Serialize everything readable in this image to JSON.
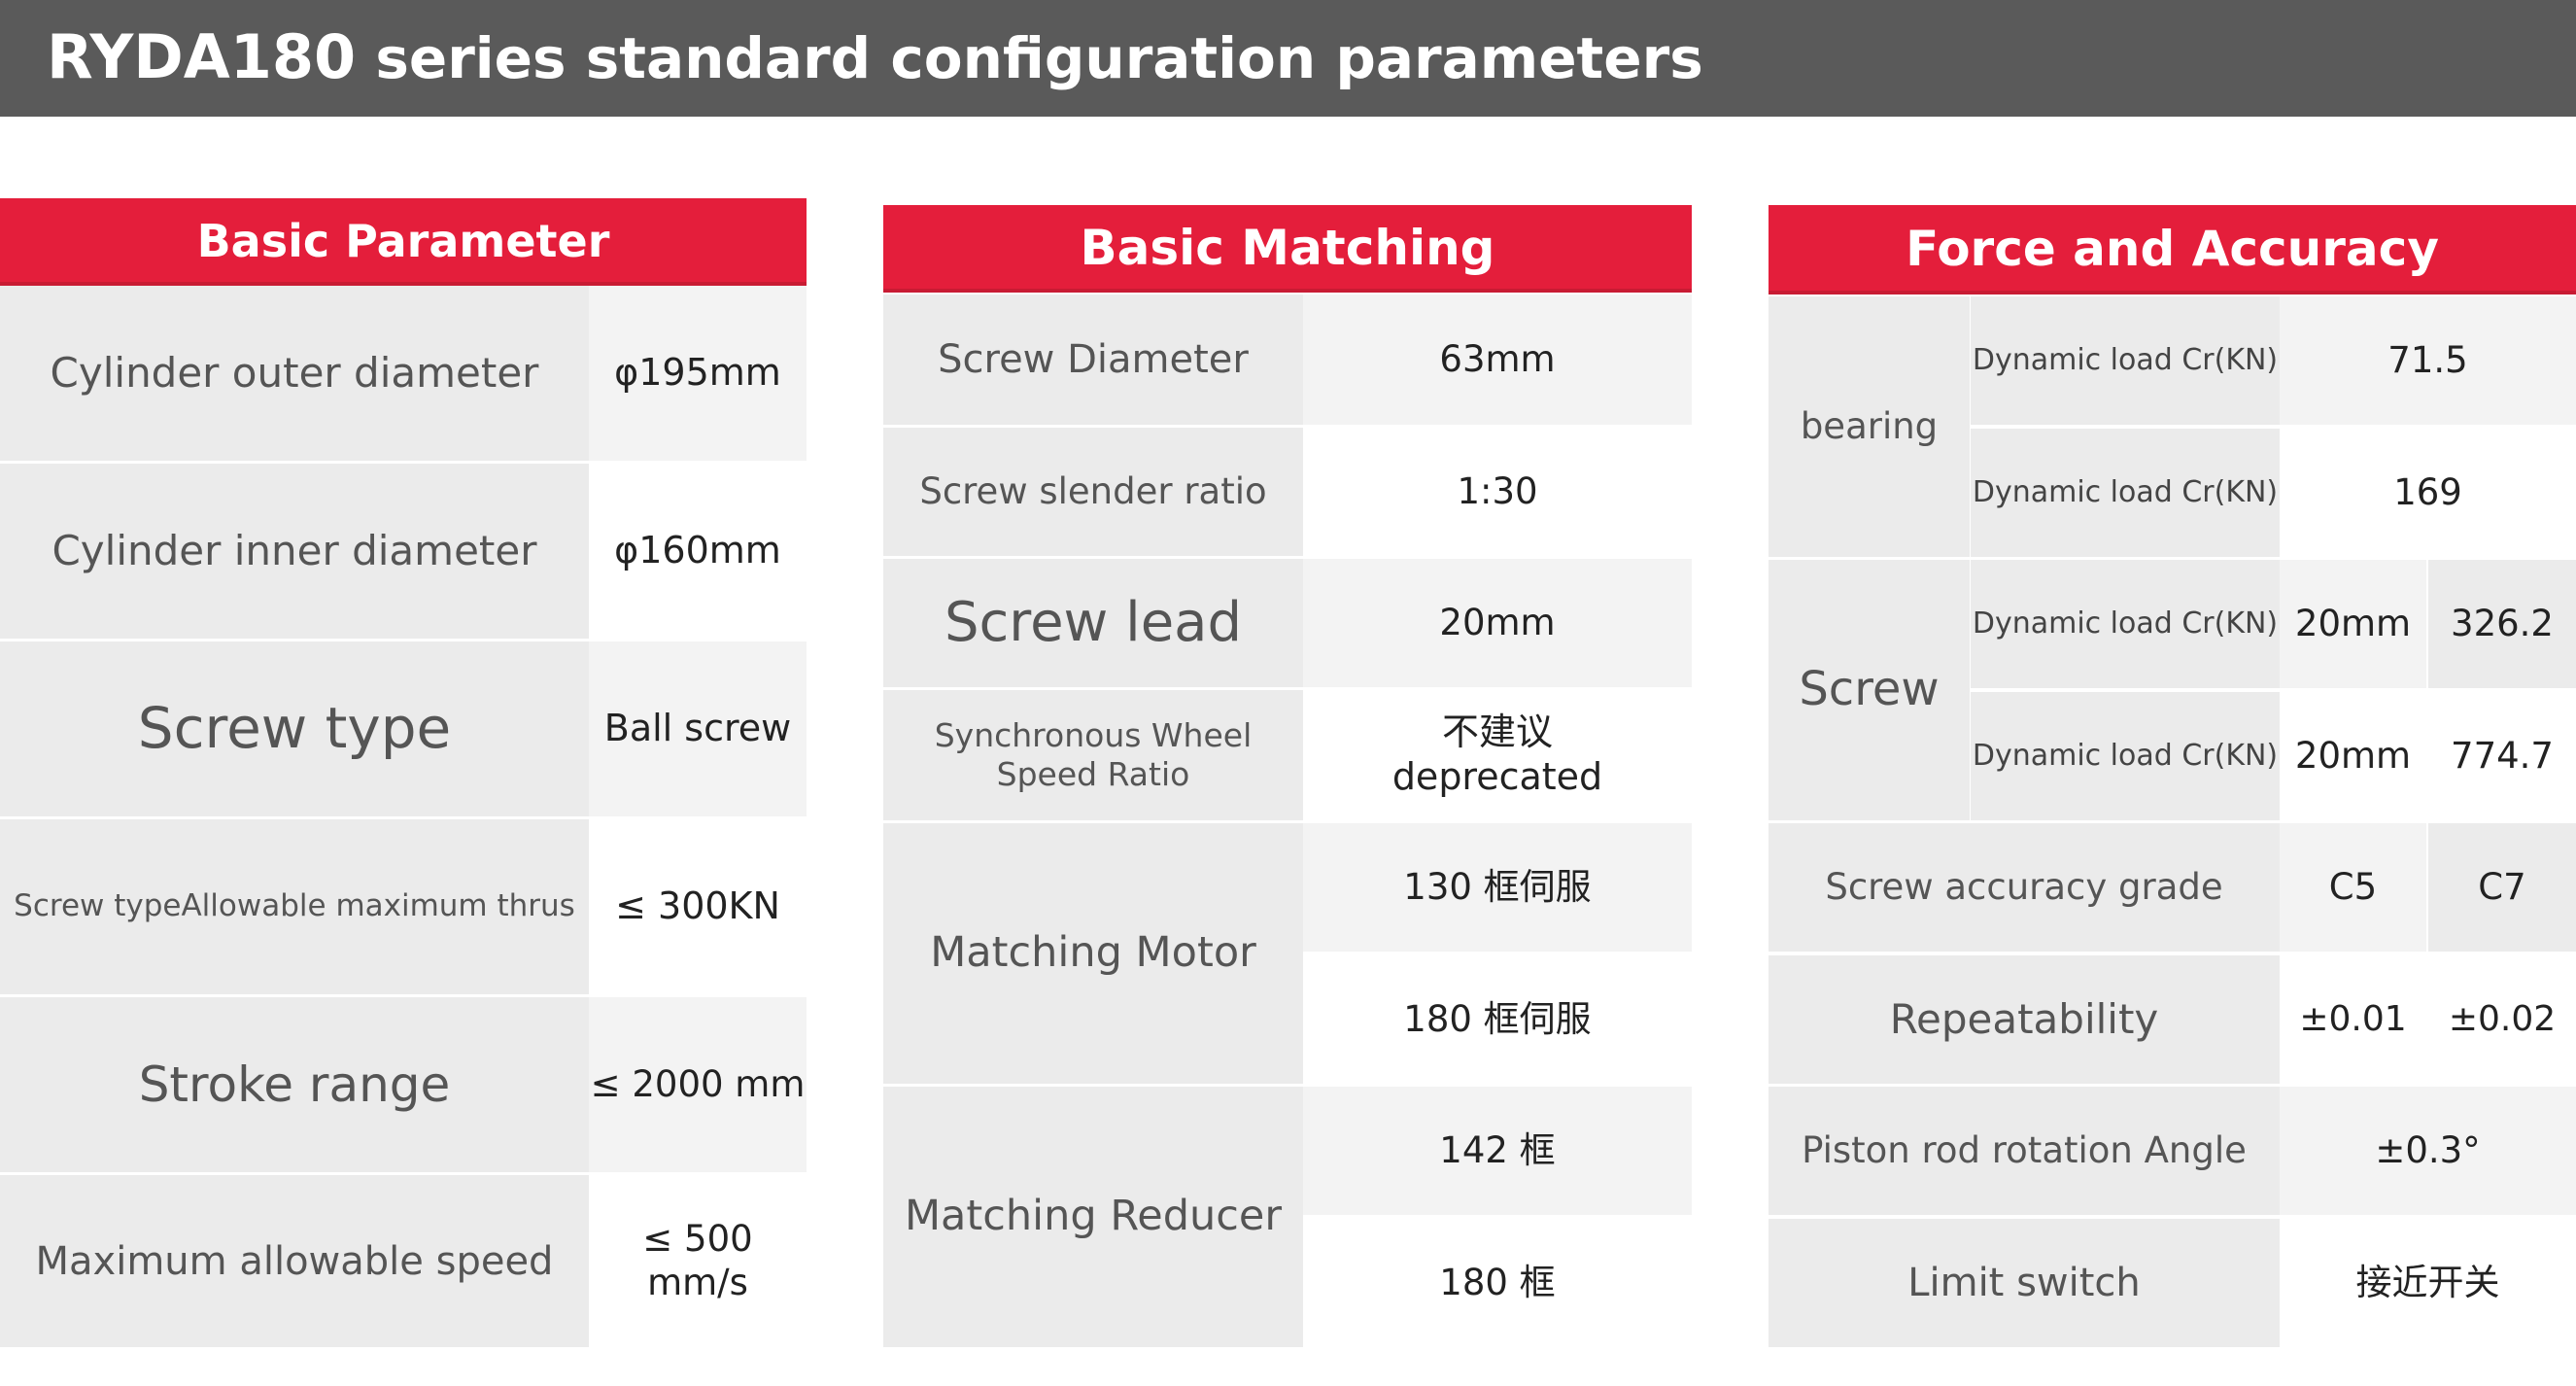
{
  "header": {
    "model": "RYDA180",
    "title": "series standard configuration parameters"
  },
  "panel1": {
    "title": "Basic Parameter",
    "rows": [
      {
        "label": "Cylinder outer diameter",
        "value": "φ195mm"
      },
      {
        "label": "Cylinder inner diameter",
        "value": "φ160mm"
      },
      {
        "label": "Screw type",
        "value": "Ball screw"
      },
      {
        "label": "Screw typeAllowable maximum thrus",
        "value": "≤ 300KN"
      },
      {
        "label": "Stroke range",
        "value": "≤ 2000 mm"
      },
      {
        "label": "Maximum allowable speed",
        "value": "≤ 500 mm/s"
      }
    ]
  },
  "panel2": {
    "title": "Basic Matching",
    "screw_diameter": {
      "label": "Screw Diameter",
      "value": "63mm"
    },
    "slender_ratio": {
      "label": "Screw slender ratio",
      "value": "1:30"
    },
    "screw_lead": {
      "label": "Screw lead",
      "value": "20mm"
    },
    "sync_wheel": {
      "label": "Synchronous Wheel Speed Ratio",
      "value_line1": "不建议",
      "value_line2": "deprecated"
    },
    "motor": {
      "label": "Matching Motor",
      "values": [
        "130 框伺服",
        "180 框伺服"
      ]
    },
    "reducer": {
      "label": "Matching Reducer",
      "values": [
        "142 框",
        "180 框"
      ]
    }
  },
  "panel3": {
    "title": "Force and Accuracy",
    "bearing": {
      "label": "bearing",
      "rows": [
        {
          "label": "Dynamic load Cr(KN)",
          "value": "71.5"
        },
        {
          "label": "Dynamic load Cr(KN)",
          "value": "169"
        }
      ]
    },
    "screw": {
      "label": "Screw",
      "rows": [
        {
          "label": "Dynamic load Cr(KN)",
          "lead": "20mm",
          "value": "326.2"
        },
        {
          "label": "Dynamic load Cr(KN)",
          "lead": "20mm",
          "value": "774.7"
        }
      ]
    },
    "accuracy_grade": {
      "label": "Screw accuracy grade",
      "v1": "C5",
      "v2": "C7"
    },
    "repeatability": {
      "label": "Repeatability",
      "v1": "±0.01",
      "v2": "±0.02"
    },
    "rotation_angle": {
      "label": "Piston rod rotation Angle",
      "value": "±0.3°"
    },
    "limit_switch": {
      "label": "Limit switch",
      "value": "接近开关"
    }
  }
}
